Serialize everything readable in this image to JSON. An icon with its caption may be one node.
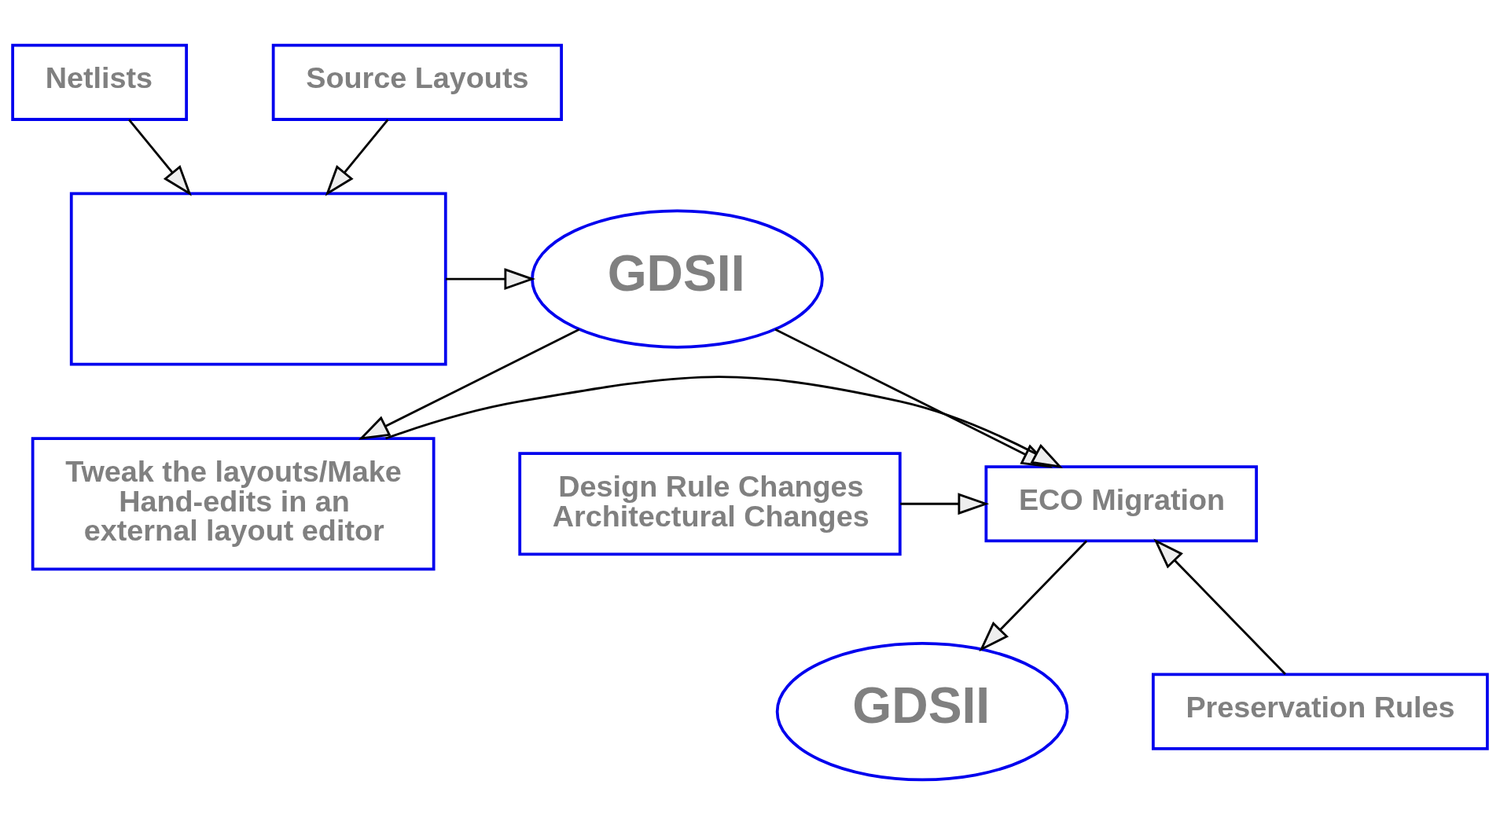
{
  "diagram": {
    "nodes": [
      {
        "text": [
          "Netlists"
        ]
      },
      {
        "text": [
          "Source Layouts"
        ]
      },
      {
        "text": [],
        "shape": "box"
      },
      {
        "text": [
          "GDSII"
        ]
      },
      {
        "text": [
          "Design Rule Changes",
          "Architectural Changes"
        ]
      },
      {
        "text": [
          "ECO Migration"
        ]
      },
      {
        "text": [
          "Tweak the layouts/Make Hand-edits in an external layout editor"
        ]
      },
      {
        "text": [
          "Preservation Rules"
        ]
      },
      {
        "text": [
          "GDSII"
        ]
      }
    ],
    "edges": [
      {
        "from": 0,
        "to": 2,
        "arrow": "to"
      },
      {
        "from": 1,
        "to": 2,
        "arrow": "to"
      },
      {
        "from": 2,
        "to": 3,
        "arrow": "to"
      },
      {
        "from": 3,
        "to": 5,
        "arrow": "to"
      },
      {
        "from": 3,
        "to": 6,
        "arrow": "to"
      },
      {
        "from": 6,
        "to": 5,
        "arrow": "to"
      },
      {
        "from": 4,
        "to": 5,
        "arrow": "to"
      },
      {
        "from": 7,
        "to": 5,
        "arrow": "to"
      },
      {
        "from": 5,
        "to": 8,
        "arrow": "to"
      }
    ]
  }
}
